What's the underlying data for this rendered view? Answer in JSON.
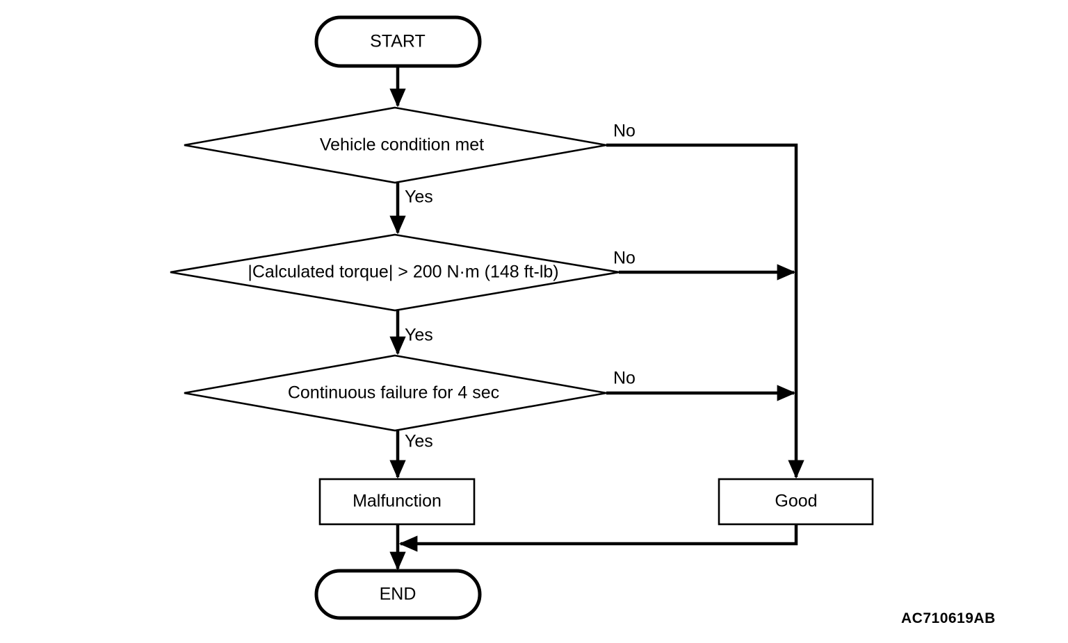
{
  "diagram": {
    "type": "flowchart",
    "title": "",
    "nodes": {
      "start": {
        "label": "START",
        "shape": "terminator"
      },
      "decision_1": {
        "label": "Vehicle condition met",
        "shape": "decision"
      },
      "decision_2": {
        "label": "|Calculated torque| > 200 N·m (148 ft-lb)",
        "shape": "decision"
      },
      "decision_3": {
        "label": "Continuous failure for 4 sec",
        "shape": "decision"
      },
      "malfunction": {
        "label": "Malfunction",
        "shape": "process"
      },
      "good": {
        "label": "Good",
        "shape": "process"
      },
      "end": {
        "label": "END",
        "shape": "terminator"
      }
    },
    "edge_labels": {
      "yes_1": "Yes",
      "no_1": "No",
      "yes_2": "Yes",
      "no_2": "No",
      "yes_3": "Yes",
      "no_3": "No"
    },
    "reference_code": "AC710619AB",
    "colors": {
      "stroke": "#000000",
      "fill": "#ffffff",
      "text": "#000000"
    }
  }
}
